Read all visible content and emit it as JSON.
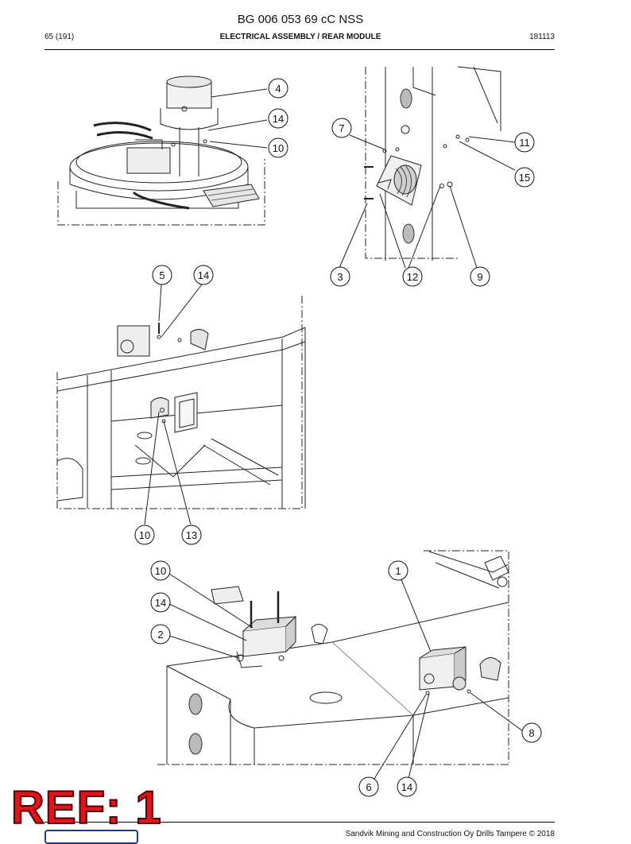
{
  "header": {
    "document_code": "BG 006 053 69 cC NSS",
    "page": "65 (191)",
    "section": "ELECTRICAL ASSEMBLY / REAR MODULE",
    "date": "181113"
  },
  "callouts": {
    "view_top_left": [
      "4",
      "14",
      "10"
    ],
    "view_top_right": [
      "7",
      "11",
      "15",
      "3",
      "12",
      "9"
    ],
    "view_middle": [
      "5",
      "14",
      "10",
      "13"
    ],
    "view_bottom": [
      "10",
      "14",
      "2",
      "1",
      "8",
      "6",
      "14"
    ]
  },
  "stamp": {
    "text": "REF: 1"
  },
  "footer": {
    "text": "Sandvik Mining and Construction Oy Drills Tampere © 2018"
  },
  "colors": {
    "stamp_red": "#e0141b",
    "line": "#000000"
  }
}
